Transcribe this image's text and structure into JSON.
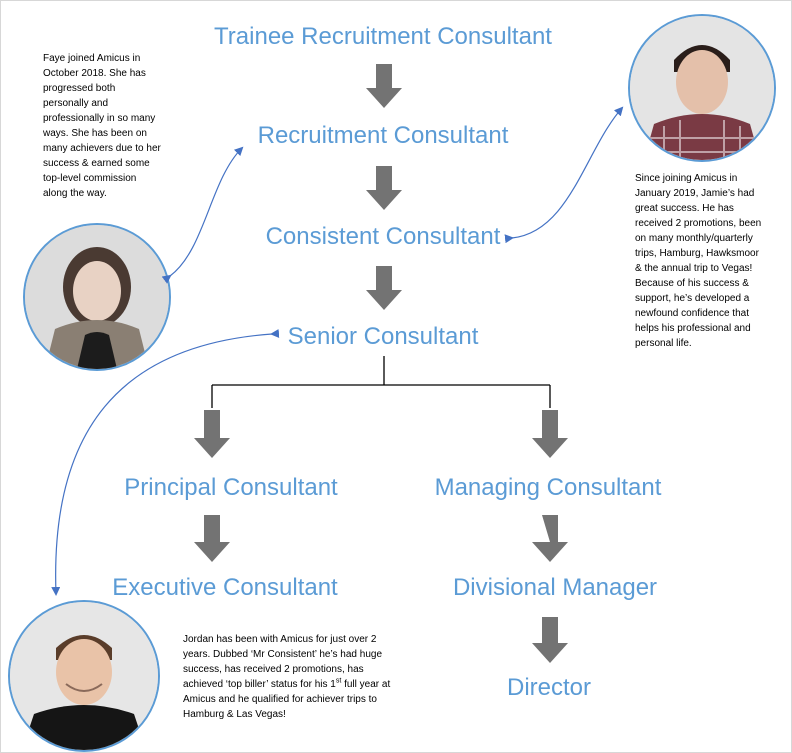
{
  "titles": {
    "trainee": "Trainee Recruitment Consultant",
    "recruitment": "Recruitment Consultant",
    "consistent": "Consistent Consultant",
    "senior": "Senior Consultant",
    "principal": "Principal Consultant",
    "managing": "Managing Consultant",
    "executive": "Executive Consultant",
    "divisional": "Divisional Manager",
    "director": "Director"
  },
  "notes": {
    "faye": "Faye joined Amicus in\nOctober 2018. She has\nprogressed both\npersonally and\nprofessionally in so many\nways. She has been on\nmany achievers due to her\nsuccess & earned some\ntop-level commission\nalong the way.",
    "jamie": "Since joining Amicus in\nJanuary 2019, Jamie’s had\ngreat success. He has\nreceived 2 promotions, been\non many monthly/quarterly\ntrips, Hamburg, Hawksmoor\n& the annual trip to Vegas!\nBecause of his success &\nsupport, he’s developed a\nnewfound confidence that\nhelps his professional and\npersonal life.",
    "jordan_before_sup": "Jordan has been with Amicus for just over 2\nyears. Dubbed ‘Mr Consistent’ he’s had huge\nsuccess, has received 2 promotions, has\nachieved ‘top biller’ status for his 1",
    "jordan_sup": "st",
    "jordan_after_sup": " full year at\nAmicus and he qualified for achiever trips to\nHamburg & Las Vegas!"
  },
  "colors": {
    "title_blue": "#5b9bd5",
    "arrow_grey": "#737373",
    "connector_blue": "#4472c4"
  },
  "icons": {
    "down_arrow": "down-arrow-icon",
    "connector": "curved-double-arrow"
  }
}
